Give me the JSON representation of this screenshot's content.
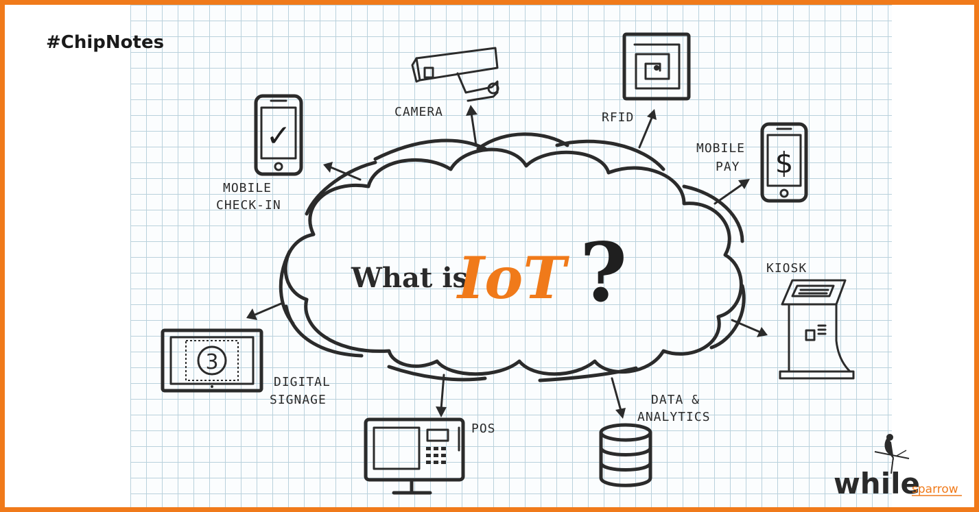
{
  "hashtag": "#ChipNotes",
  "title": {
    "what_is": "What is",
    "iot": "IoT",
    "question": "?"
  },
  "labels": {
    "camera": "CAMERA",
    "rfid": "RFID",
    "mobile_checkin_1": "MOBILE",
    "mobile_checkin_2": "CHECK-IN",
    "mobile_pay_1": "MOBILE",
    "mobile_pay_2": "PAY",
    "kiosk": "KIOSK",
    "digital_signage_1": "DIGITAL",
    "digital_signage_2": "SIGNAGE",
    "pos": "POS",
    "data_analytics_1": "DATA &",
    "data_analytics_2": "ANALYTICS"
  },
  "icons": {
    "checkmark": "✓",
    "dollar": "$",
    "countdown": "3"
  },
  "logo": {
    "main": "while",
    "sub": "sparrow"
  },
  "colors": {
    "accent": "#f07a1a",
    "ink": "#2b2b2b",
    "grid": "#b9d1dc"
  }
}
